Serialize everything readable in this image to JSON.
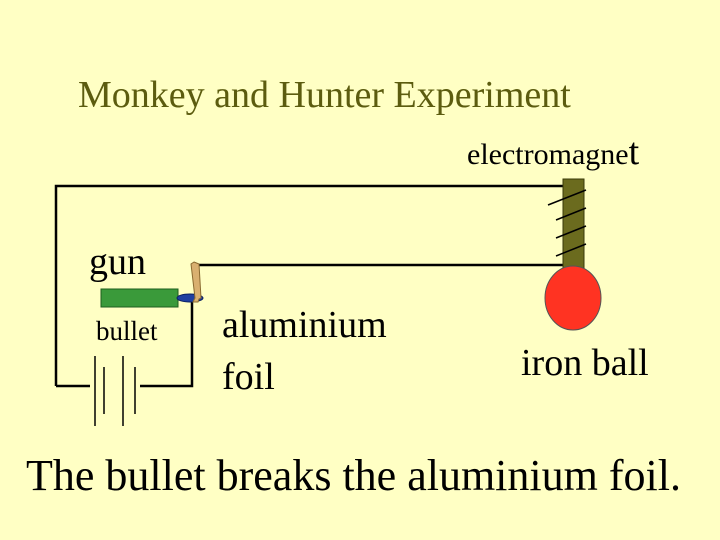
{
  "title": "Monkey and Hunter Experiment",
  "labels": {
    "electromagnet_main": "electromagne",
    "electromagnet_last": "t",
    "gun": "gun",
    "bullet": "bullet",
    "foil_line1": "aluminium",
    "foil_line2": "foil",
    "iron_ball": "iron ball"
  },
  "caption": "The bullet breaks the aluminium foil.",
  "colors": {
    "background": "#ffffc4",
    "title": "#5c5c0f",
    "gun": "#3a9a3a",
    "bullet": "#1f3fa0",
    "iron_ball": "#ff3322",
    "electromagnet_core": "#6b6b1e",
    "foil": "#d9b070",
    "wire": "#000000"
  }
}
